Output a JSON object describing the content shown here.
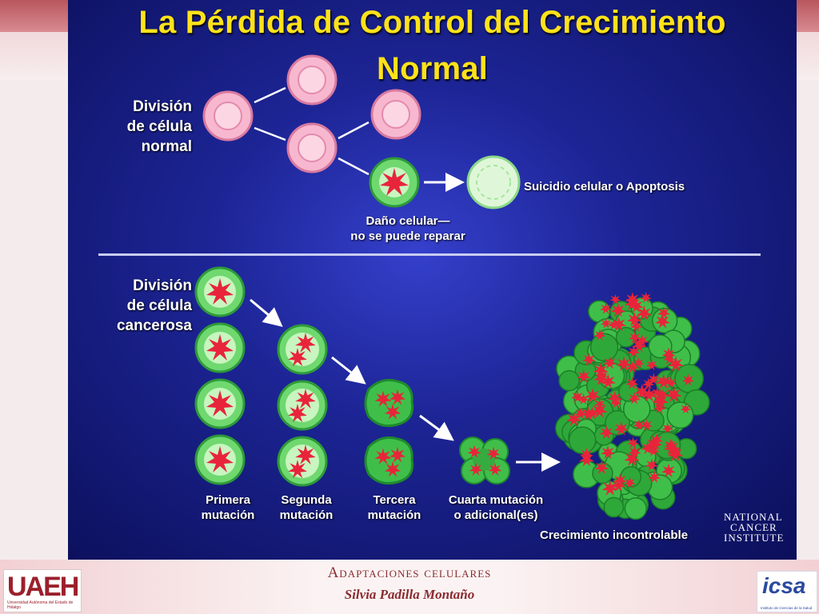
{
  "title": {
    "line1": "La Pérdida de Control del Crecimiento",
    "line2": "Normal"
  },
  "normal": {
    "label_lines": [
      "División",
      "de célula",
      "normal"
    ],
    "apoptosis_label": "Suicidio celular o Apoptosis",
    "damage_label_lines": [
      "Daño celular—",
      "no se puede reparar"
    ]
  },
  "cancer": {
    "label_lines": [
      "División",
      "de célula",
      "cancerosa"
    ],
    "stages": [
      {
        "line1": "Primera",
        "line2": "mutación"
      },
      {
        "line1": "Segunda",
        "line2": "mutación"
      },
      {
        "line1": "Tercera",
        "line2": "mutación"
      },
      {
        "line1": "Cuarta mutación",
        "line2": "o adicional(es)"
      }
    ],
    "growth_label": "Crecimiento incontrolable"
  },
  "credit": {
    "lines": [
      "NATIONAL",
      "CANCER",
      "INSTITUTE"
    ]
  },
  "footer": {
    "title": "Adaptaciones celulares",
    "author": "Silvia Padilla Montaño"
  },
  "logos": {
    "left_text": "UAEH",
    "left_subtext": "Universidad Autónoma del Estado de Hidalgo",
    "right_text": "icsa",
    "right_subtext": "Instituto de Ciencias de la Salud"
  },
  "colors": {
    "title": "#ffe21a",
    "normal_cell": "#f4a3c4",
    "damaged_cell": "#3fbf4a",
    "mutation_star": "#e8243a",
    "background": "#1d2596"
  }
}
